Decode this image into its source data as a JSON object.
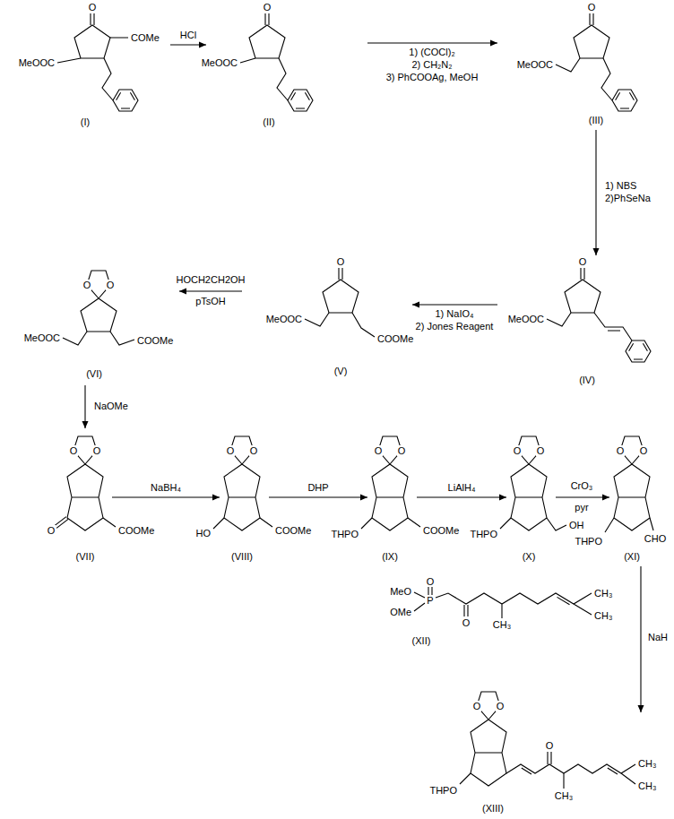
{
  "diagram": {
    "nodes": [
      {
        "text": [
          "(I)"
        ]
      },
      {
        "text": [
          "(II)"
        ]
      },
      {
        "text": [
          "(III)"
        ]
      },
      {
        "text": [
          "(IV)"
        ]
      },
      {
        "text": [
          "(V)"
        ]
      },
      {
        "text": [
          "(VI)"
        ]
      },
      {
        "text": [
          "(VII)"
        ]
      },
      {
        "text": [
          "(VIII)"
        ]
      },
      {
        "text": [
          "(IX)"
        ]
      },
      {
        "text": [
          "(X)"
        ]
      },
      {
        "text": [
          "(XI)"
        ]
      },
      {
        "text": [
          "(XII)"
        ]
      },
      {
        "text": [
          "(XIII)"
        ]
      }
    ],
    "edges": [
      {
        "from": 0,
        "to": 1,
        "arrow": "to",
        "label": "HCl"
      },
      {
        "from": 1,
        "to": 2,
        "arrow": "to",
        "label": "1) (COCl)₂ 2) CH₂N₂ 3) PhCOOAg, MeOH"
      },
      {
        "from": 2,
        "to": 3,
        "arrow": "to",
        "label": "1) NBS 2)PhSeNa"
      },
      {
        "from": 3,
        "to": 4,
        "arrow": "to",
        "label": "1) NaIO₄ 2) Jones Reagent"
      },
      {
        "from": 4,
        "to": 5,
        "arrow": "to",
        "label": "HOCH2CH2OH pTsOH"
      },
      {
        "from": 5,
        "to": 6,
        "arrow": "to",
        "label": "NaOMe"
      },
      {
        "from": 6,
        "to": 7,
        "arrow": "to",
        "label": "NaBH₄"
      },
      {
        "from": 7,
        "to": 8,
        "arrow": "to",
        "label": "DHP"
      },
      {
        "from": 8,
        "to": 9,
        "arrow": "to",
        "label": "LiAlH₄"
      },
      {
        "from": 9,
        "to": 10,
        "arrow": "to",
        "label": "CrO₃ pyr"
      },
      {
        "from": 10,
        "to": 12,
        "arrow": "to",
        "label": "NaH"
      }
    ],
    "labels": [
      "O",
      "COMe",
      "MeOOC",
      "O",
      "MeOOC",
      "O",
      "MeOOC",
      "O",
      "MeOOC",
      "O",
      "MeOOC",
      "COOMe",
      "O",
      "O",
      "MeOOC",
      "COOMe",
      "O",
      "O",
      "O",
      "COOMe",
      "O",
      "O",
      "HO",
      "COOMe",
      "O",
      "O",
      "THPO",
      "COOMe",
      "O",
      "O",
      "THPO",
      "OH",
      "O",
      "O",
      "THPO",
      "CHO",
      "MeO",
      "P",
      "OMe",
      "O",
      "O",
      "CH₃",
      "CH₃",
      "CH₃",
      "O",
      "O",
      "THPO",
      "O",
      "CH₃",
      "CH₃",
      "CH₃"
    ]
  }
}
